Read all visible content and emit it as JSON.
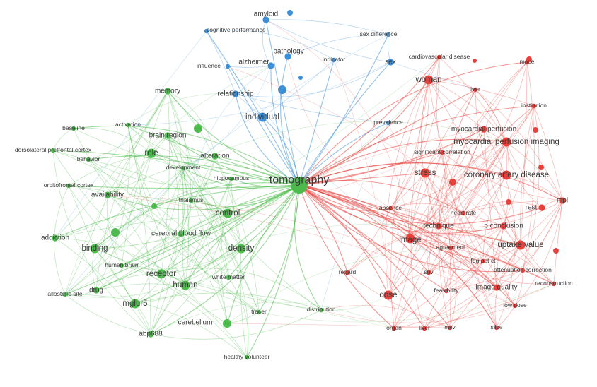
{
  "colors": {
    "cluster_green": "#4cbb4c",
    "cluster_red": "#e8413c",
    "cluster_blue": "#3d8fd8",
    "label_text": "#3a3a3a",
    "background": "#ffffff"
  },
  "nodes": [
    {
      "id": "tomography",
      "label": "tomography",
      "cluster": "green",
      "weight": 5
    },
    {
      "id": "amyloid",
      "label": "amyloid",
      "cluster": "blue",
      "weight": 2
    },
    {
      "id": "cognitive_performance",
      "label": "cognitive performance",
      "cluster": "blue",
      "weight": 1
    },
    {
      "id": "pathology",
      "label": "pathology",
      "cluster": "blue",
      "weight": 2
    },
    {
      "id": "alzheimer",
      "label": "alzheimer",
      "cluster": "blue",
      "weight": 2
    },
    {
      "id": "influence",
      "label": "influence",
      "cluster": "blue",
      "weight": 1
    },
    {
      "id": "indicator",
      "label": "indicator",
      "cluster": "blue",
      "weight": 1
    },
    {
      "id": "relationship",
      "label": "relationship",
      "cluster": "blue",
      "weight": 2
    },
    {
      "id": "individual",
      "label": "individual",
      "cluster": "blue",
      "weight": 3
    },
    {
      "id": "sex_difference",
      "label": "sex difference",
      "cluster": "blue",
      "weight": 1
    },
    {
      "id": "sex",
      "label": "sex",
      "cluster": "blue",
      "weight": 2
    },
    {
      "id": "prevalence",
      "label": "prevalence",
      "cluster": "blue",
      "weight": 1
    },
    {
      "id": "woman",
      "label": "woman",
      "cluster": "red",
      "weight": 3
    },
    {
      "id": "cardiovascular_disease",
      "label": "cardiovascular disease",
      "cluster": "red",
      "weight": 1
    },
    {
      "id": "mace",
      "label": "mace",
      "cluster": "red",
      "weight": 1
    },
    {
      "id": "iver",
      "label": "iver",
      "cluster": "red",
      "weight": 1
    },
    {
      "id": "institution",
      "label": "institution",
      "cluster": "red",
      "weight": 1
    },
    {
      "id": "myocardial_perfusion",
      "label": "myocardial perfusion",
      "cluster": "red",
      "weight": 2
    },
    {
      "id": "myocardial_perfusion_imaging",
      "label": "myocardial perfusion imaging",
      "cluster": "red",
      "weight": 3
    },
    {
      "id": "significant_correlation",
      "label": "significant correlation",
      "cluster": "red",
      "weight": 1
    },
    {
      "id": "stress",
      "label": "stress",
      "cluster": "red",
      "weight": 3
    },
    {
      "id": "coronary_artery_disease",
      "label": "coronary artery disease",
      "cluster": "red",
      "weight": 3
    },
    {
      "id": "mpi",
      "label": "mpi",
      "cluster": "red",
      "weight": 2
    },
    {
      "id": "rest",
      "label": "rest",
      "cluster": "red",
      "weight": 2
    },
    {
      "id": "absence",
      "label": "absence",
      "cluster": "red",
      "weight": 1
    },
    {
      "id": "heart_rate",
      "label": "heart rate",
      "cluster": "red",
      "weight": 1
    },
    {
      "id": "technique",
      "label": "technique",
      "cluster": "red",
      "weight": 2
    },
    {
      "id": "p_conclusion",
      "label": "p conclusion",
      "cluster": "red",
      "weight": 2
    },
    {
      "id": "image",
      "label": "image",
      "cluster": "red",
      "weight": 3
    },
    {
      "id": "agreement",
      "label": "agreement",
      "cluster": "red",
      "weight": 1
    },
    {
      "id": "uptake_value",
      "label": "uptake value",
      "cluster": "red",
      "weight": 3
    },
    {
      "id": "fdg_pet_ct",
      "label": "fdg pet ct",
      "cluster": "red",
      "weight": 1
    },
    {
      "id": "regard",
      "label": "regard",
      "cluster": "red",
      "weight": 1
    },
    {
      "id": "suv",
      "label": "suv",
      "cluster": "red",
      "weight": 1
    },
    {
      "id": "attenuation_correction",
      "label": "attenuation correction",
      "cluster": "red",
      "weight": 1
    },
    {
      "id": "reconstruction",
      "label": "reconstruction",
      "cluster": "red",
      "weight": 1
    },
    {
      "id": "dose",
      "label": "dose",
      "cluster": "red",
      "weight": 3
    },
    {
      "id": "feasibility",
      "label": "feasibility",
      "cluster": "red",
      "weight": 1
    },
    {
      "id": "image_quality",
      "label": "image quality",
      "cluster": "red",
      "weight": 2
    },
    {
      "id": "low_dose",
      "label": "low dose",
      "cluster": "red",
      "weight": 1
    },
    {
      "id": "organ",
      "label": "organ",
      "cluster": "red",
      "weight": 1
    },
    {
      "id": "liver",
      "label": "liver",
      "cluster": "red",
      "weight": 1
    },
    {
      "id": "msv",
      "label": "msv",
      "cluster": "red",
      "weight": 1
    },
    {
      "id": "slice",
      "label": "slice",
      "cluster": "red",
      "weight": 1
    },
    {
      "id": "distribution",
      "label": "distribution",
      "cluster": "green",
      "weight": 1
    },
    {
      "id": "memory",
      "label": "memory",
      "cluster": "green",
      "weight": 2
    },
    {
      "id": "baseline",
      "label": "baseline",
      "cluster": "green",
      "weight": 1
    },
    {
      "id": "activation",
      "label": "activation",
      "cluster": "green",
      "weight": 1
    },
    {
      "id": "brain_region",
      "label": "brain region",
      "cluster": "green",
      "weight": 2
    },
    {
      "id": "dorsolateral_prefrontal_cortex",
      "label": "dorsolateral prefrontal cortex",
      "cluster": "green",
      "weight": 1
    },
    {
      "id": "role",
      "label": "role",
      "cluster": "green",
      "weight": 3
    },
    {
      "id": "behavior",
      "label": "behavior",
      "cluster": "green",
      "weight": 1
    },
    {
      "id": "alteration",
      "label": "alteration",
      "cluster": "green",
      "weight": 2
    },
    {
      "id": "development",
      "label": "development",
      "cluster": "green",
      "weight": 1
    },
    {
      "id": "hippocampus",
      "label": "hippocampus",
      "cluster": "green",
      "weight": 1
    },
    {
      "id": "orbitofrontal_cortex",
      "label": "orbitofrontal cortex",
      "cluster": "green",
      "weight": 1
    },
    {
      "id": "availability",
      "label": "availability",
      "cluster": "green",
      "weight": 2
    },
    {
      "id": "thalamus",
      "label": "thalamus",
      "cluster": "green",
      "weight": 1
    },
    {
      "id": "control",
      "label": "control",
      "cluster": "green",
      "weight": 3
    },
    {
      "id": "addiction",
      "label": "addiction",
      "cluster": "green",
      "weight": 2
    },
    {
      "id": "cerebral_blood_flow",
      "label": "cerebral blood flow",
      "cluster": "green",
      "weight": 2
    },
    {
      "id": "binding",
      "label": "binding",
      "cluster": "green",
      "weight": 3
    },
    {
      "id": "density",
      "label": "density",
      "cluster": "green",
      "weight": 3
    },
    {
      "id": "human_brain",
      "label": "human brain",
      "cluster": "green",
      "weight": 1
    },
    {
      "id": "receptor",
      "label": "receptor",
      "cluster": "green",
      "weight": 3
    },
    {
      "id": "white_matter",
      "label": "white matter",
      "cluster": "green",
      "weight": 1
    },
    {
      "id": "human",
      "label": "human",
      "cluster": "green",
      "weight": 3
    },
    {
      "id": "drug",
      "label": "drug",
      "cluster": "green",
      "weight": 2
    },
    {
      "id": "allosteric_site",
      "label": "allosteric site",
      "cluster": "green",
      "weight": 1
    },
    {
      "id": "mglur5",
      "label": "mglur5",
      "cluster": "green",
      "weight": 3
    },
    {
      "id": "tracer",
      "label": "tracer",
      "cluster": "green",
      "weight": 1
    },
    {
      "id": "cerebellum",
      "label": "cerebellum",
      "cluster": "green",
      "weight": 2
    },
    {
      "id": "abp688",
      "label": "abp688",
      "cluster": "green",
      "weight": 2
    },
    {
      "id": "healthy_volunteer",
      "label": "healthy volunteer",
      "cluster": "green",
      "weight": 1
    }
  ]
}
